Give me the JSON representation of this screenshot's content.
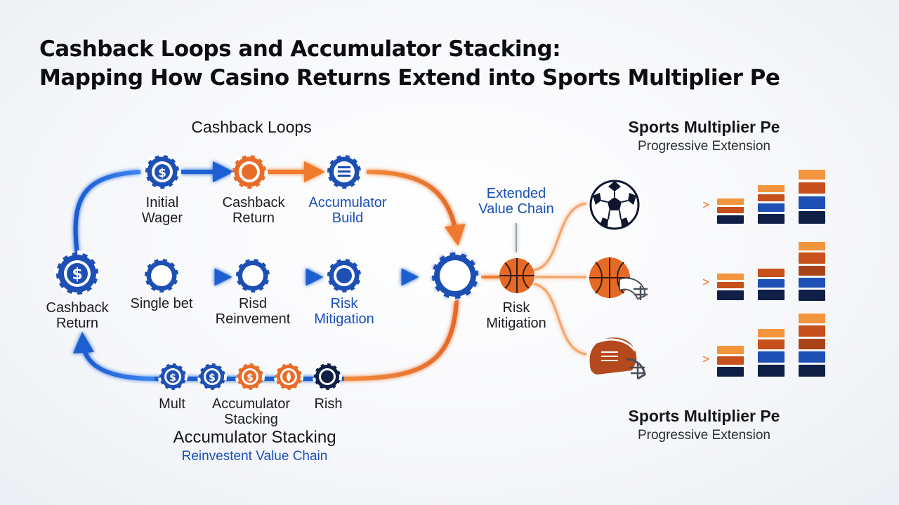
{
  "title": {
    "line1": "Cashback Loops and Accumulator Stacking:",
    "line2": "Mapping How Casino Returns Extend into Sports Multiplier Pe"
  },
  "loop_heading": "Cashback Loops",
  "top_row": [
    {
      "line1": "Initial",
      "line2": "Wager"
    },
    {
      "line1": "Cashback",
      "line2": "Return"
    },
    {
      "line1": "Accumulator",
      "line2": "Build"
    }
  ],
  "left_node": {
    "line1": "Cashback",
    "line2": "Return"
  },
  "middle_row": [
    {
      "line1": "Single bet",
      "line2": ""
    },
    {
      "line1": "Risd",
      "line2": "Reinvement"
    },
    {
      "line1": "Risk",
      "line2": "Mitigation"
    }
  ],
  "bottom_row": [
    {
      "line1": "Mult",
      "line2": ""
    },
    {
      "line1": "Accumulator",
      "line2": "Stacking"
    },
    {
      "line1": "Rish",
      "line2": ""
    }
  ],
  "stacking_heading": "Accumulator Stacking",
  "stacking_sub": "Reinvestent Value Chain",
  "extended_chain": {
    "line1": "Extended",
    "line2": "Value Chain"
  },
  "risk_mitigation": {
    "line1": "Risk",
    "line2": "Mitigation"
  },
  "sports_top": {
    "heading": "Sports Multiplier Pe",
    "sub": "Progressive Extension"
  },
  "sports_bottom": {
    "heading": "Sports Multiplier Pe",
    "sub": "Progressive Extension"
  },
  "colors": {
    "blue": "#1d5fd0",
    "navy": "#0f1f45",
    "orange": "#ef7a2e",
    "dark_orange": "#c8501c"
  }
}
